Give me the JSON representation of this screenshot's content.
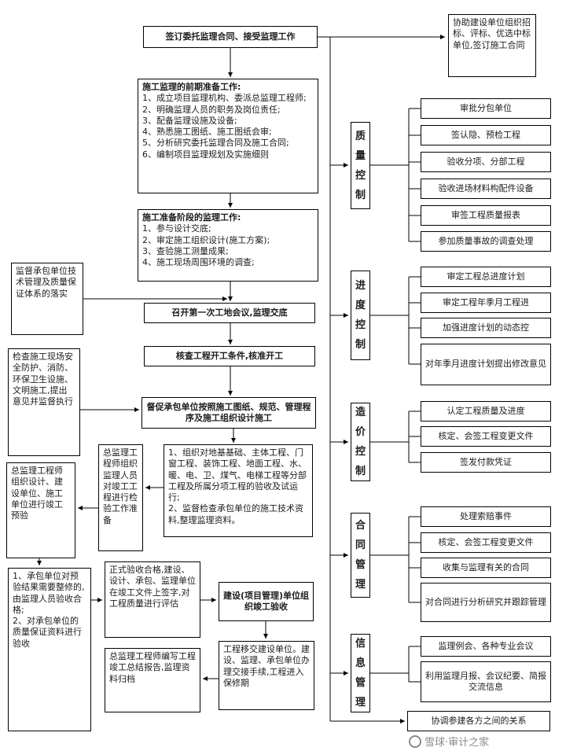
{
  "flow": {
    "sign": "签订委托监理合同、接受监理工作",
    "assist": "协助建设单位组织招标、评标、优选中标单位,签订施工合同",
    "prep": {
      "title": "施工监理的前期准备工作:",
      "items": [
        "1、成立项目监理机构、委派总监理工程师;",
        "2、明确监理人员的职务及岗位责任;",
        "3、配备监理设施及设备;",
        "4、熟悉施工图纸、施工图纸会审;",
        "5、分析研究委托监理合同及施工合同;",
        "6、编制项目监理规划及实施细则"
      ]
    },
    "ready": {
      "title": "施工准备阶段的监理工作:",
      "items": [
        "1、参与设计交底;",
        "2、审定施工组织设计(施工方案);",
        "3、查验施工测量成果;",
        "4、施工现场周围环境的调查;"
      ]
    },
    "first_meeting": "召开第一次工地会议,监理交底",
    "start_check": "核查工程开工条件,核准开工",
    "supervise": "督促承包单位按照施工图纸、规范、管理程序及施工组织设计施工",
    "acceptance": {
      "items": [
        "1、组织对地基基础、主体工程、门窗工程、装饰工程、地面工程、水、暖、电、卫、煤气、电梯工程等分部工程及所属分项工程的验收及试运行;",
        "2、监督检查承包单位的施工技术资料,整理监理资料。"
      ]
    }
  },
  "left": {
    "qa_system": "监督承包单位技术管理及质量保证体系的落实",
    "site_check": "检查施工现场安全防护、消防、环保卫生设施、文明施工,提出意见并监督执行",
    "pre_acceptance": "总监理工程师组织设计、建设单位、施工单位进行竣工预验",
    "inspect_prep": "总监理工程师组织监理人员对竣工工程进行检验工作准备",
    "repair": {
      "items": [
        "1、承包单位对预验结果需要整修的,由监理人员验收合格;",
        "2、对承包单位的质量保证资料进行验收"
      ]
    }
  },
  "bottom": {
    "formal": "正式验收合格,建设、设计、承包、监理单位在竣工文件上签字,对工程质量进行评估",
    "org_acceptance": "建设(项目管理)单位组织竣工验收",
    "handover": "工程移交建设单位。建设、监理、承包单位办理交接手续,工程进入保修期",
    "report": "总监理工程师编写工程竣工总结报告,监理资料归档"
  },
  "controls": {
    "quality": {
      "label": "质量控制",
      "items": [
        "审批分包单位",
        "签认隐、预检工程",
        "验收分项、分部工程",
        "验收进场材料构配件设备",
        "审签工程质量报表",
        "参加质量事故的调查处理"
      ]
    },
    "progress": {
      "label": "进度控制",
      "items": [
        "审定工程总进度计划",
        "审定工程年季月工程进",
        "加强进度计划的动态控",
        "对年季月进度计划提出修改意见"
      ]
    },
    "cost": {
      "label": "造价控制",
      "items": [
        "认定工程质量及进度",
        "核定、会签工程变更文件",
        "签发付款凭证"
      ]
    },
    "contract": {
      "label": "合同管理",
      "items": [
        "处理索赔事件",
        "核定、会签工程变更文件",
        "收集与监理有关的合同",
        "对合同进行分析研究并跟踪管理"
      ]
    },
    "info": {
      "label": "信息管理",
      "items": [
        "监理例会、各种专业会议",
        "利用监理月报、会议纪要、简报交流信息"
      ]
    },
    "coordinate": "协调参建各方之间的关系"
  },
  "watermark": {
    "text": "雪球·审计之家"
  }
}
